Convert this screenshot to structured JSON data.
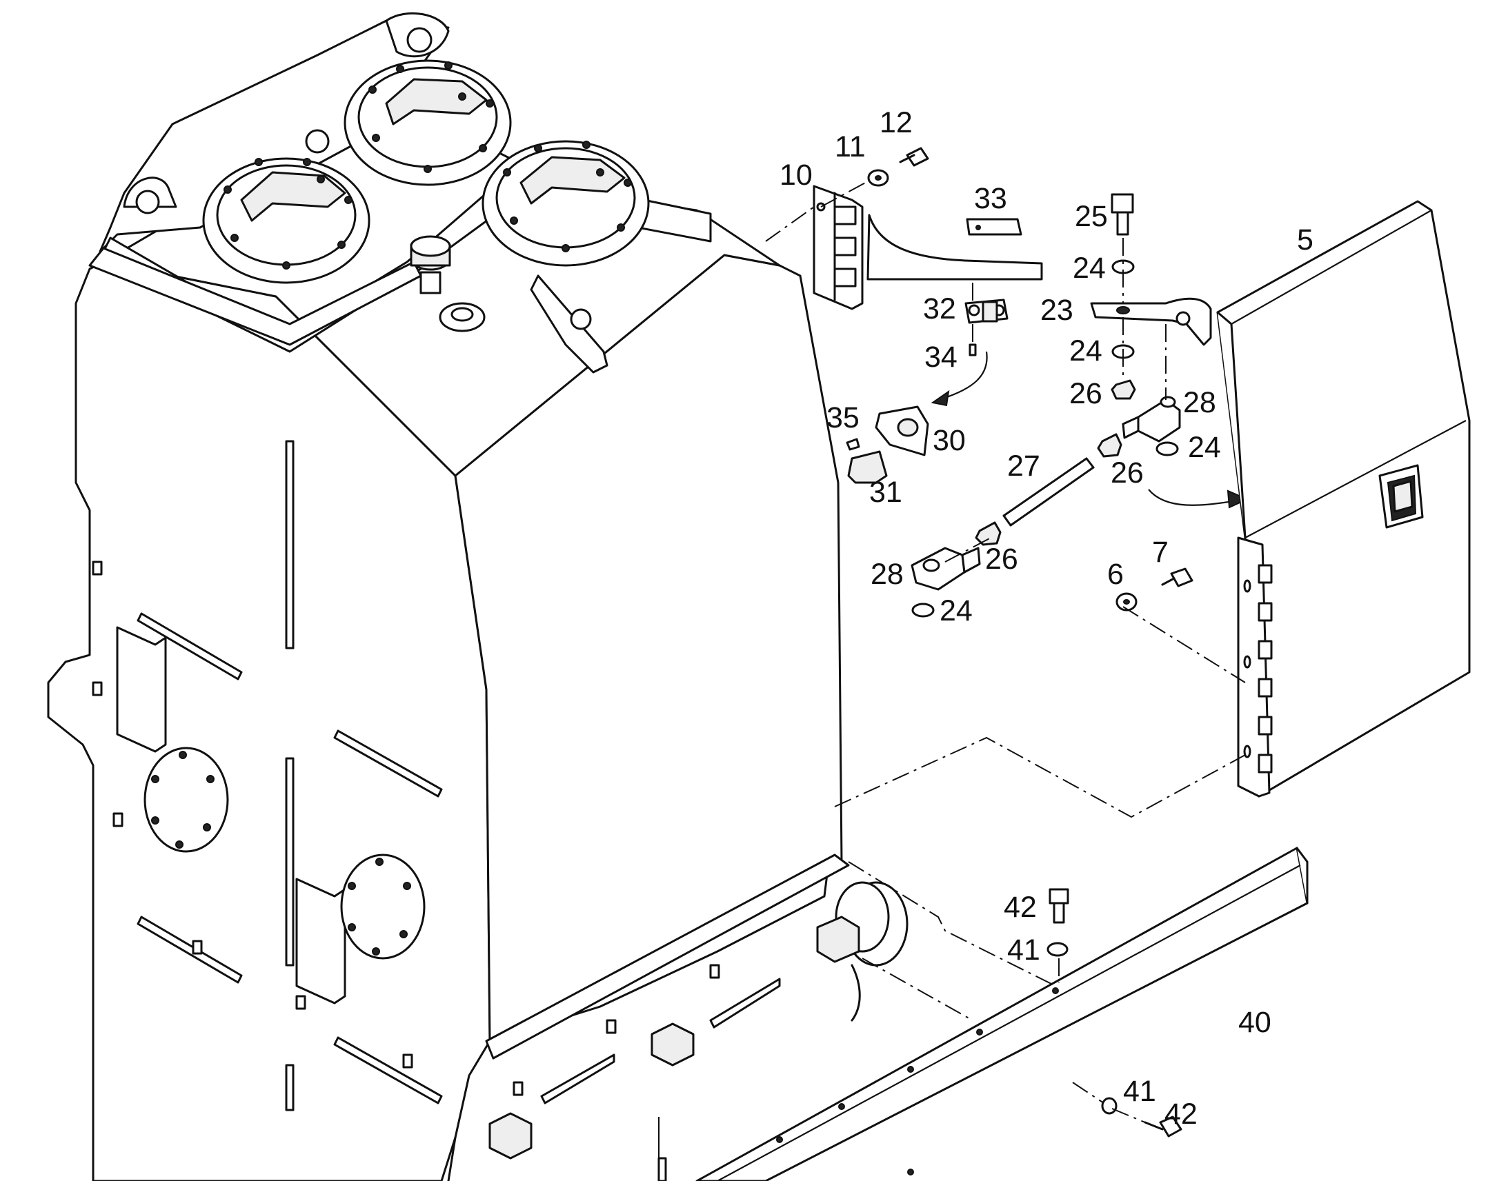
{
  "diagram": {
    "type": "exploded parts diagram",
    "callouts": [
      {
        "id": "c12",
        "label": "12"
      },
      {
        "id": "c11",
        "label": "11"
      },
      {
        "id": "c10",
        "label": "10"
      },
      {
        "id": "c33",
        "label": "33"
      },
      {
        "id": "c25",
        "label": "25"
      },
      {
        "id": "c5",
        "label": "5"
      },
      {
        "id": "c24a",
        "label": "24"
      },
      {
        "id": "c32",
        "label": "32"
      },
      {
        "id": "c23",
        "label": "23"
      },
      {
        "id": "c34",
        "label": "34"
      },
      {
        "id": "c24b",
        "label": "24"
      },
      {
        "id": "c26a",
        "label": "26"
      },
      {
        "id": "c28a",
        "label": "28"
      },
      {
        "id": "c35",
        "label": "35"
      },
      {
        "id": "c30",
        "label": "30"
      },
      {
        "id": "c24c",
        "label": "24"
      },
      {
        "id": "c27",
        "label": "27"
      },
      {
        "id": "c26b",
        "label": "26"
      },
      {
        "id": "c31",
        "label": "31"
      },
      {
        "id": "c7",
        "label": "7"
      },
      {
        "id": "c26c",
        "label": "26"
      },
      {
        "id": "c28b",
        "label": "28"
      },
      {
        "id": "c6",
        "label": "6"
      },
      {
        "id": "c24d",
        "label": "24"
      },
      {
        "id": "c42a",
        "label": "42"
      },
      {
        "id": "c41a",
        "label": "41"
      },
      {
        "id": "c40",
        "label": "40"
      },
      {
        "id": "c41b",
        "label": "41"
      },
      {
        "id": "c42b",
        "label": "42"
      }
    ]
  }
}
